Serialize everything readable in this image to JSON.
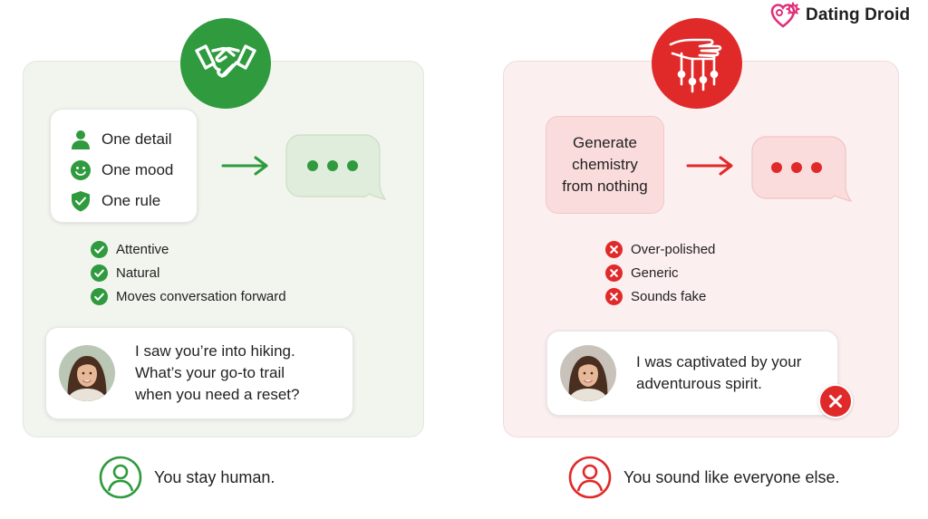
{
  "brand": {
    "name": "Dating Droid"
  },
  "colors": {
    "good": "#2f9a3e",
    "bad": "#e02a2a",
    "good_panel": "#f1f5ee",
    "bad_panel": "#fcefef"
  },
  "good": {
    "icon": "handshake-icon",
    "inputs": [
      {
        "icon": "person-icon",
        "label": "One detail"
      },
      {
        "icon": "smiley-icon",
        "label": "One mood"
      },
      {
        "icon": "shield-check-icon",
        "label": "One rule"
      }
    ],
    "traits": [
      "Attentive",
      "Natural",
      "Moves conversation forward"
    ],
    "message": {
      "line1": "I saw you’re into hiking.",
      "line2": "What’s your go-to trail",
      "line3": "when you need a reset?"
    },
    "outcome": "You stay human."
  },
  "bad": {
    "icon": "puppet-strings-icon",
    "input": {
      "line1": "Generate",
      "line2": "chemistry",
      "line3": "from nothing"
    },
    "traits": [
      "Over-polished",
      "Generic",
      "Sounds fake"
    ],
    "message": {
      "line1": "I was captivated by your",
      "line2": "adventurous spirit."
    },
    "outcome": "You sound like everyone else."
  }
}
